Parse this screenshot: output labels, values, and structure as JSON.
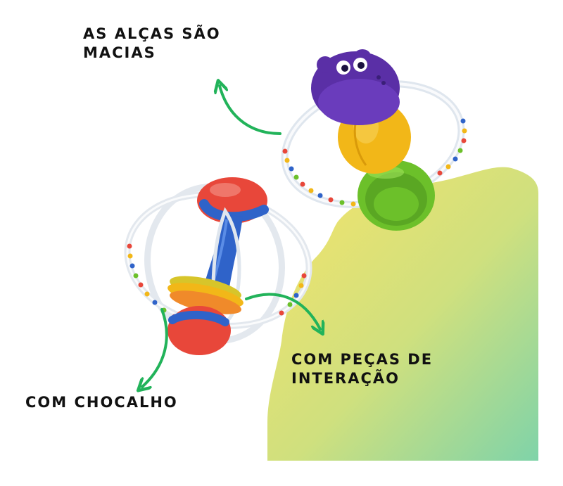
{
  "labels": {
    "soft_handles_line1": "AS ALÇAS SÃO",
    "soft_handles_line2": "MACIAS",
    "interaction_line1": "COM PEÇAS DE",
    "interaction_line2": "INTERAÇÃO",
    "rattle": "COM CHOCALHO"
  },
  "colors": {
    "arrow": "#22b35a",
    "blob_top": "#f6e36a",
    "blob_bottom": "#7fd3a9",
    "purple": "#5a2fa6",
    "yellow": "#f2b718",
    "green": "#6cc02a",
    "red": "#e8473a",
    "blue": "#2f63c9"
  }
}
